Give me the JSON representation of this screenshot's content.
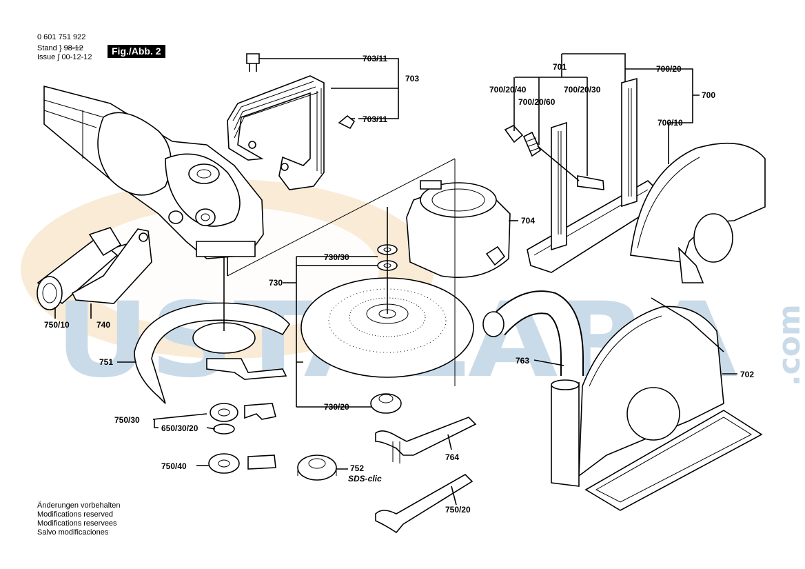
{
  "header": {
    "part_number": "0 601 751 922",
    "stand_label": "Stand",
    "stand_value": "98-12",
    "issue_label": "Issue",
    "issue_value": "00-12-12",
    "figure_label": "Fig./Abb. 2"
  },
  "watermark": {
    "text": "USTALARA",
    "suffix": ".com"
  },
  "callouts": {
    "c703_11_top": "703/11",
    "c703": "703",
    "c703_11_bottom": "703/11",
    "c701": "701",
    "c700_20": "700/20",
    "c700_20_40": "700/20/40",
    "c700_20_30": "700/20/30",
    "c700_20_60": "700/20/60",
    "c700": "700",
    "c700_10": "700/10",
    "c704": "704",
    "c730_30": "730/30",
    "c730": "730",
    "c730_20": "730/20",
    "c750_10": "750/10",
    "c740": "740",
    "c751": "751",
    "c763": "763",
    "c702": "702",
    "c750_30": "750/30",
    "c650_30_20": "650/30/20",
    "c750_40": "750/40",
    "c752": "752",
    "c752_sub": "SDS-clic",
    "c764": "764",
    "c750_20": "750/20"
  },
  "notes": [
    "Änderungen vorbehalten",
    "Modifications reserved",
    "Modifications reservees",
    "Salvo modificaciones"
  ],
  "colors": {
    "watermark_blue": "#c9dbe9",
    "watermark_orange": "#f6e3c4",
    "line": "#000000",
    "figure_badge": "#000000"
  }
}
